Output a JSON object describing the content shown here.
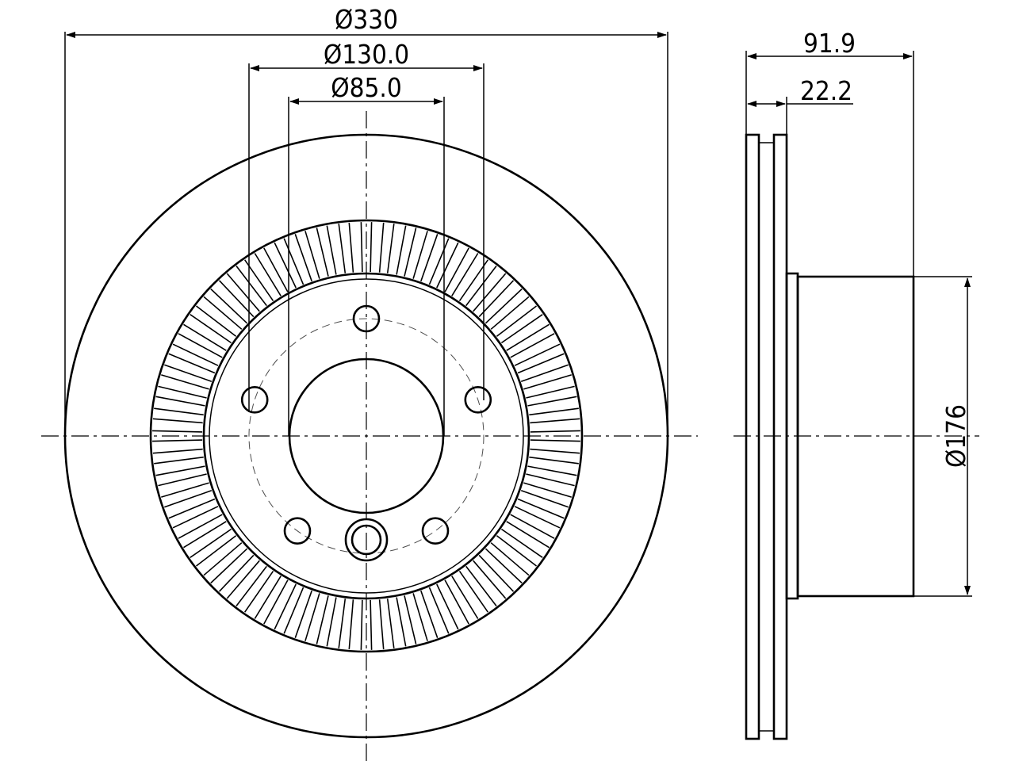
{
  "dimensions": {
    "outer_diameter": "Ø330",
    "bolt_circle": "Ø130.0",
    "center_bore": "Ø85.0",
    "overall_height": "91.9",
    "disc_thickness": "22.2",
    "hat_diameter": "Ø176"
  }
}
